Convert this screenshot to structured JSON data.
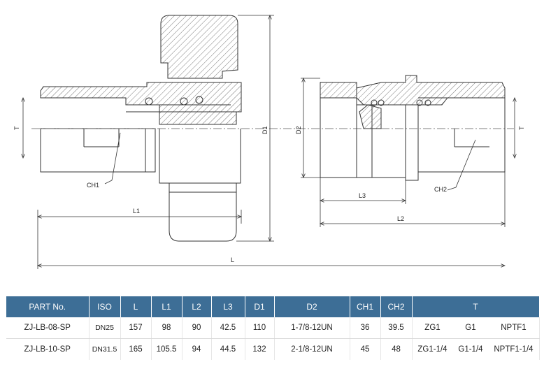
{
  "drawing": {
    "left_part": {
      "labels": {
        "t": "T",
        "ch1": "CH1",
        "l1": "L1",
        "d1": "D1"
      }
    },
    "right_part": {
      "labels": {
        "d2": "D2",
        "l3": "L3",
        "l2": "L2",
        "t": "T",
        "ch2": "CH2"
      }
    },
    "overall": {
      "l": "L"
    }
  },
  "table": {
    "headers": [
      "PART No.",
      "ISO",
      "L",
      "L1",
      "L2",
      "L3",
      "D1",
      "D2",
      "CH1",
      "CH2",
      "T"
    ],
    "rows": [
      {
        "part_no": "ZJ-LB-08-SP",
        "iso": "DN25",
        "l": "157",
        "l1": "98",
        "l2": "90",
        "l3": "42.5",
        "d1": "110",
        "d2": "1-7/8-12UN",
        "ch1": "36",
        "ch2": "39.5",
        "t": [
          "ZG1",
          "G1",
          "NPTF1"
        ]
      },
      {
        "part_no": "ZJ-LB-10-SP",
        "iso": "DN31.5",
        "l": "165",
        "l1": "105.5",
        "l2": "94",
        "l3": "44.5",
        "d1": "132",
        "d2": "2-1/8-12UN",
        "ch1": "45",
        "ch2": "48",
        "t": [
          "ZG1-1/4",
          "G1-1/4",
          "NPTF1-1/4"
        ]
      }
    ]
  },
  "colors": {
    "header_bg": "#3d6e96",
    "header_text": "#ffffff",
    "line": "#333333"
  }
}
